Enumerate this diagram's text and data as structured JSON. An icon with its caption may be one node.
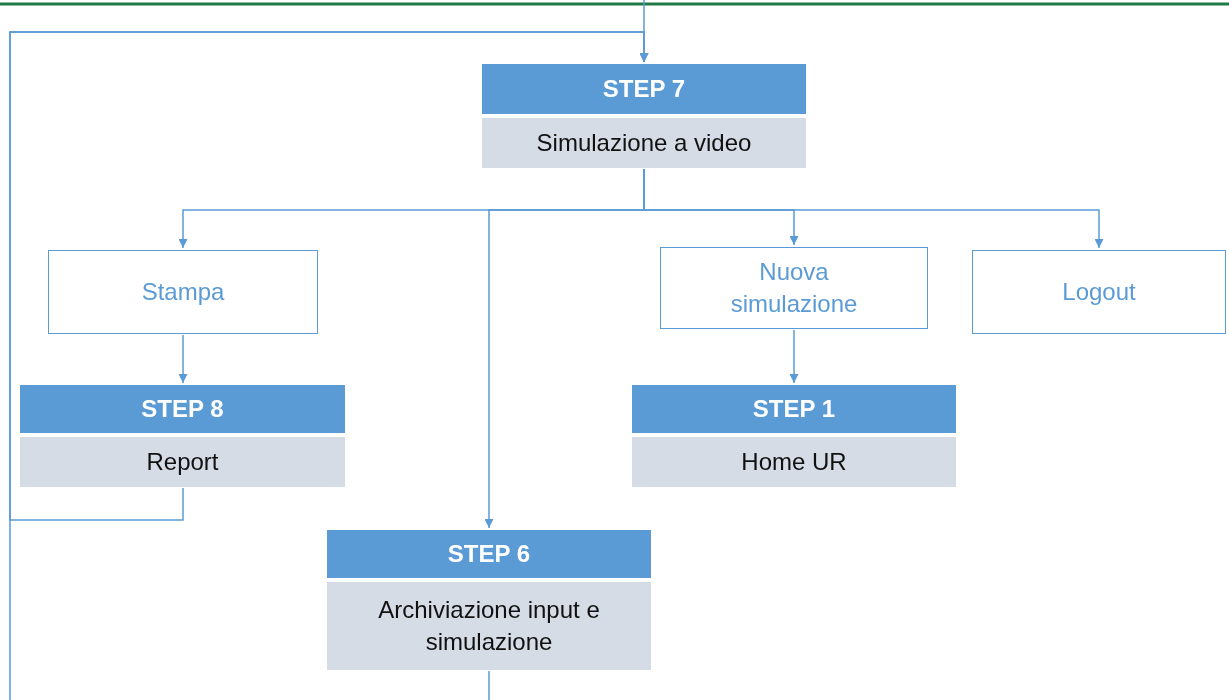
{
  "diagram": {
    "nodes": [
      {
        "text": [
          "STEP 7",
          "Simulazione a video"
        ]
      },
      {
        "text": [
          "Stampa"
        ]
      },
      {
        "text": [
          "Nuova simulazione"
        ]
      },
      {
        "text": [
          "Logout"
        ]
      },
      {
        "text": [
          "STEP 8",
          "Report"
        ]
      },
      {
        "text": [
          "STEP 1",
          "Home UR"
        ]
      },
      {
        "text": [
          "STEP 6",
          "Archiviazione input e simulazione"
        ]
      }
    ],
    "edges": [
      {
        "from": null,
        "to": 0,
        "arrow": "to"
      },
      {
        "from": 0,
        "to": 1,
        "arrow": "to"
      },
      {
        "from": 0,
        "to": 6,
        "arrow": "to"
      },
      {
        "from": 0,
        "to": 2,
        "arrow": "to"
      },
      {
        "from": 0,
        "to": 3,
        "arrow": "to"
      },
      {
        "from": 1,
        "to": 4,
        "arrow": "to"
      },
      {
        "from": 2,
        "to": 5,
        "arrow": "to"
      },
      {
        "from": 4,
        "to": 0,
        "arrow": "to"
      },
      {
        "from": null,
        "to": 0,
        "arrow": "to"
      },
      {
        "from": 6,
        "to": null,
        "arrow": "none"
      }
    ]
  }
}
